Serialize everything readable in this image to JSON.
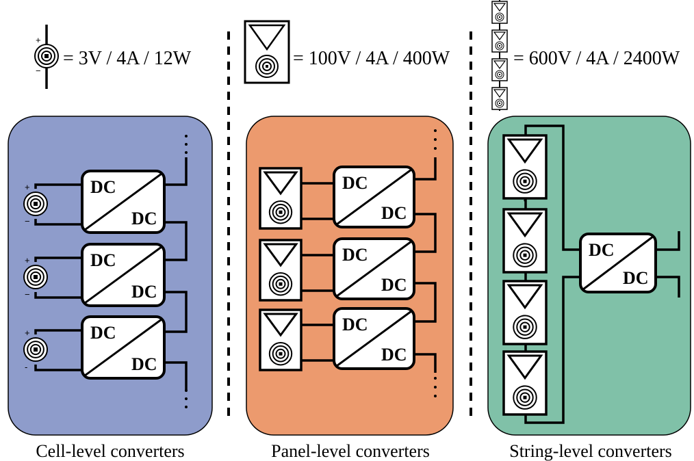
{
  "legend": {
    "cell_rating": "= 3V / 4A / 12W",
    "panel_rating": "= 100V / 4A / 400W",
    "string_rating": "= 600V / 4A / 2400W"
  },
  "converter": {
    "input_label": "DC",
    "output_label": "DC"
  },
  "polarity": {
    "plus": "+",
    "minus": "−",
    "dash": "-"
  },
  "captions": {
    "cell": "Cell-level converters",
    "panel": "Panel-level converters",
    "string": "String-level converters"
  },
  "colors": {
    "cell_bg": "#8e9ccb",
    "panel_bg": "#ec9a6e",
    "string_bg": "#80c1a8"
  }
}
